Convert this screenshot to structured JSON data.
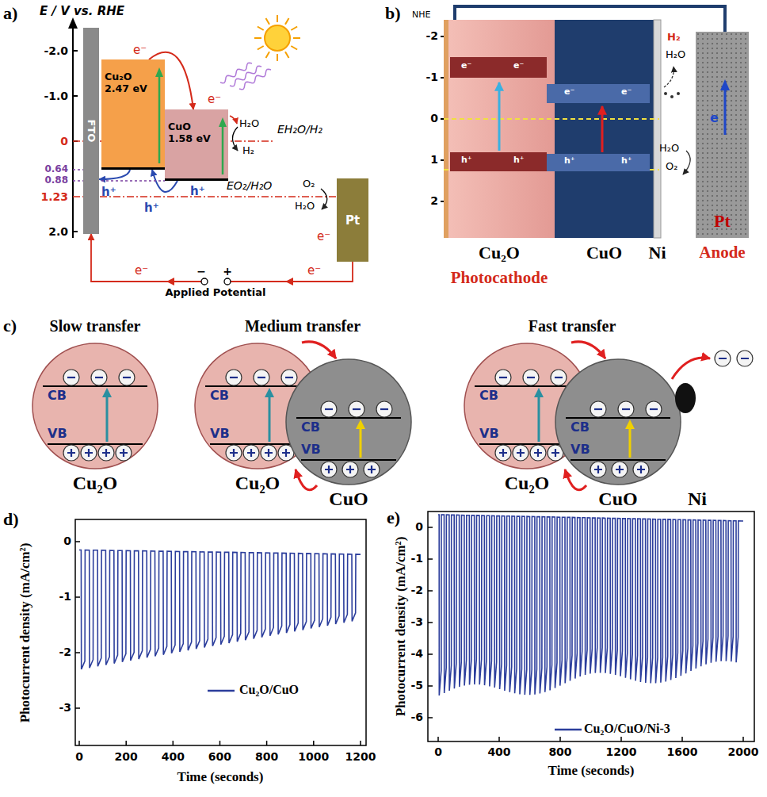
{
  "diagram": {
    "nodes": [
      {
        "text": [
          "FTO"
        ]
      },
      {
        "text": [
          "Cu₂O",
          "2.47 eV"
        ]
      },
      {
        "text": [
          "CuO",
          "1.58 eV"
        ]
      },
      {
        "text": [
          "Pt"
        ]
      },
      {
        "text": [
          "Cu₂O"
        ]
      },
      {
        "text": [
          "CuO"
        ]
      },
      {
        "text": [
          "Ni"
        ]
      },
      {
        "text": [
          "Pt",
          "Anode"
        ]
      },
      {
        "text": [
          "CB",
          "VB",
          "Cu₂O"
        ]
      },
      {
        "text": [
          "CB",
          "VB",
          "Cu₂O"
        ]
      },
      {
        "text": [
          "CB",
          "VB",
          "CuO"
        ]
      },
      {
        "text": [
          "CB",
          "VB",
          "Cu₂O"
        ]
      },
      {
        "text": [
          "CB",
          "VB",
          "CuO"
        ]
      }
    ],
    "edges": [
      {
        "from": 1,
        "to": 2,
        "arrow": "to"
      },
      {
        "from": 2,
        "to": 1,
        "arrow": "to"
      },
      {
        "from": 1,
        "to": 0,
        "arrow": "to"
      },
      {
        "from": 3,
        "to": 0,
        "arrow": "to"
      },
      {
        "from": 4,
        "to": 7,
        "arrow": "none"
      },
      {
        "from": 9,
        "to": 10,
        "arrow": "to"
      },
      {
        "from": 10,
        "to": 9,
        "arrow": "to"
      },
      {
        "from": 11,
        "to": 12,
        "arrow": "to"
      },
      {
        "from": 12,
        "to": 11,
        "arrow": "to"
      }
    ],
    "labels": [
      "a)",
      "E / V vs. RHE",
      "-2.0",
      "-1.0",
      "0",
      "0.64",
      "0.88",
      "1.23",
      "2.0",
      "e⁻",
      "e⁻",
      "H₂O",
      "H₂",
      "EH₂O/H₂",
      "h⁺",
      "h⁺",
      "h⁺",
      "EO₂/H₂O",
      "O₂",
      "H₂O",
      "e⁻",
      "e⁻",
      "e⁻",
      "−",
      "+",
      "Applied Potential",
      "b)",
      "NHE",
      "-2",
      "-1",
      "0",
      "1",
      "2",
      "e⁻",
      "e⁻",
      "e⁻",
      "e⁻",
      "h⁺",
      "h⁺",
      "h⁺",
      "h⁺",
      "H₂",
      "H₂O",
      "H₂O",
      "O₂",
      "e",
      "Photocathode",
      "c)",
      "Slow transfer",
      "Medium transfer",
      "Fast transfer",
      "Ni",
      "d)",
      "0",
      "-1",
      "-2",
      "-3",
      "0",
      "200",
      "400",
      "600",
      "800",
      "1000",
      "1200",
      "Photocurrent density (mA/cm²)",
      "Time (seconds)",
      "e)",
      "0",
      "-1",
      "-2",
      "-3",
      "-4",
      "-5",
      "-6",
      "0",
      "400",
      "800",
      "1200",
      "1600",
      "2000",
      "Photocurrent density (mA/cm²)",
      "Time (seconds)"
    ],
    "legend": [
      {
        "text": "Cu₂O/CuO"
      },
      {
        "text": "Cu₂O/CuO/Ni-3"
      }
    ]
  }
}
